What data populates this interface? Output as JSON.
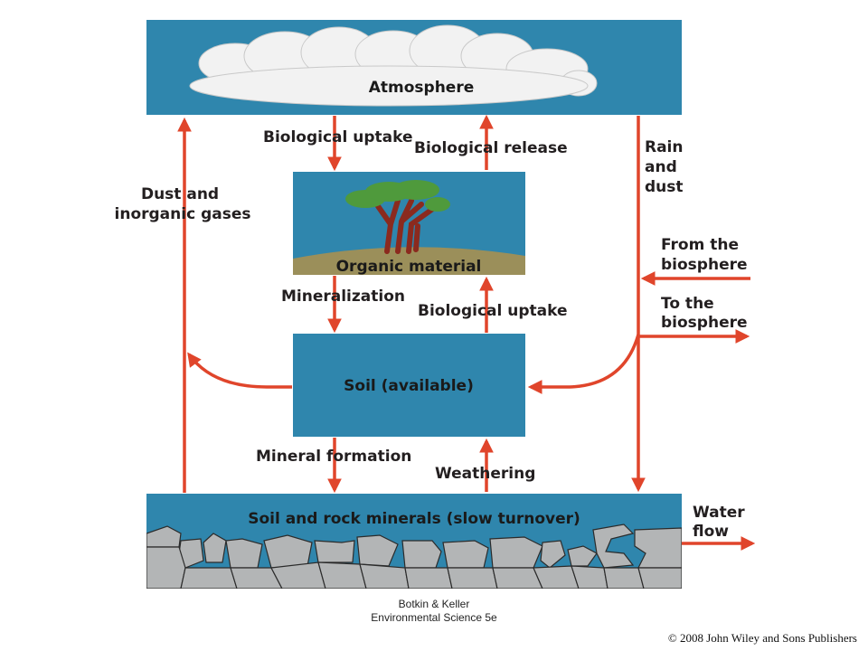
{
  "colors": {
    "box_blue": "#2f86ad",
    "arrow_red": "#e0452b",
    "cloud_white": "#f2f2f2",
    "ground_olive": "#9b8f5a",
    "tree_trunk": "#8b2a1e",
    "tree_leaves": "#4f9a3c",
    "rock_gray": "#b3b5b6"
  },
  "boxes": {
    "atmosphere": "Atmosphere",
    "organic": "Organic material",
    "soil": "Soil  (available)",
    "minerals": "Soil and rock minerals (slow turnover)"
  },
  "flows": {
    "bio_uptake_top": "Biological uptake",
    "bio_release": "Biological release",
    "mineralization": "Mineralization",
    "bio_uptake_mid": "Biological uptake",
    "mineral_formation": "Mineral formation",
    "weathering": "Weathering",
    "dust_gases": [
      "Dust and",
      "inorganic gases"
    ],
    "rain_dust": [
      "Rain",
      "and",
      "dust"
    ],
    "from_biosphere": [
      "From the",
      "biosphere"
    ],
    "to_biosphere": [
      "To the",
      "biosphere"
    ],
    "water_flow": [
      "Water",
      "flow"
    ]
  },
  "credit": {
    "line1": "Botkin & Keller",
    "line2": "Environmental Science 5e",
    "copyright": "© 2008 John Wiley and Sons Publishers"
  }
}
